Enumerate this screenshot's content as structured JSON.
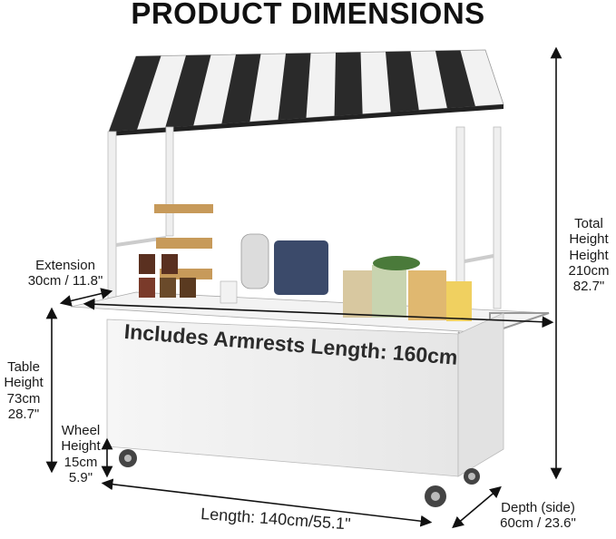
{
  "title": "PRODUCT DIMENSIONS",
  "extension": {
    "line1": "Extension",
    "line2": "30cm / 11.8\""
  },
  "total_height": {
    "line1": "Total",
    "line2": "Height",
    "line3": "Height",
    "line4": "210cm",
    "line5": "82.7\""
  },
  "armrests": "Includes Armrests Length: 160cm",
  "table_height": {
    "line1": "Table",
    "line2": "Height",
    "line3": "73cm",
    "line4": "28.7\""
  },
  "wheel_height": {
    "line1": "Wheel",
    "line2": "Height",
    "line3": "15cm",
    "line4": "5.9\""
  },
  "length": "Length: 140cm/55.1\"",
  "depth": {
    "line1": "Depth (side)",
    "line2": "60cm / 23.6\""
  },
  "colors": {
    "stripe_dark": "#2a2a2a",
    "stripe_light": "#f2f2f2",
    "cart_body": "#f4f4f4",
    "frame": "#e9e9e9"
  }
}
